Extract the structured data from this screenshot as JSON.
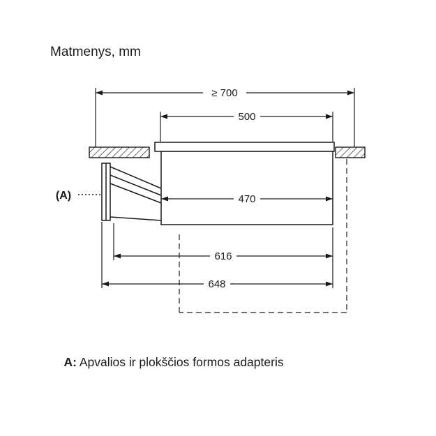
{
  "title": "Matmenys, mm",
  "diagram": {
    "dims": {
      "overall_width": "≥ 700",
      "cutout_width": "500",
      "body_width": "470",
      "length_mid": "616",
      "length_outer": "648"
    },
    "adapter_label": "(A)"
  },
  "caption": {
    "label": "A:",
    "text": " Apvalios ir plokščios formos adapteris"
  },
  "colors": {
    "line": "#1a1a1a",
    "background": "#ffffff"
  }
}
